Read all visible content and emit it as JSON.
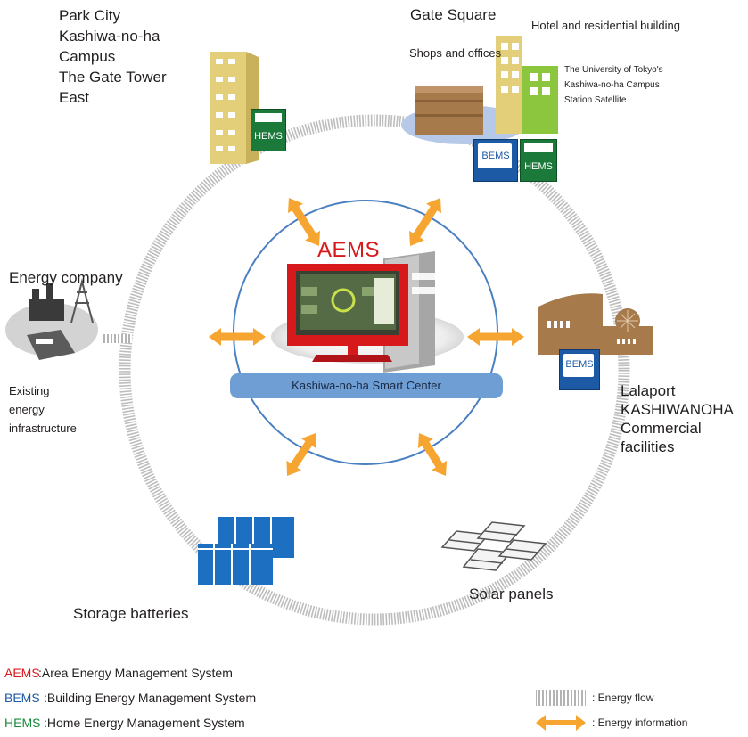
{
  "labels": {
    "park_city": [
      "Park City",
      "Kashiwa-no-ha",
      "Campus",
      "The Gate Tower",
      "East"
    ],
    "gate_square": "Gate Square",
    "hotel": "Hotel and residential building",
    "shops": "Shops and offices",
    "university": [
      "The University of Tokyo's",
      "Kashiwa-no-ha Campus",
      "Station Satellite"
    ],
    "energy_company": "Energy company",
    "existing": [
      "Existing",
      "energy",
      "infrastructure"
    ],
    "lalaport": [
      "Lalaport",
      "KASHIWANOHA",
      "Commercial",
      "facilities"
    ],
    "storage": "Storage batteries",
    "solar": "Solar panels",
    "aems": "AEMS",
    "center": "Kashiwa-no-ha Smart Center",
    "hems": "HEMS",
    "bems": "BEMS"
  },
  "legend": {
    "aems": {
      "abbr": "AEMS",
      "text": ":Area Energy Management System",
      "color": "#d7191c"
    },
    "bems": {
      "abbr": "BEMS",
      "text": ":Building Energy Management System",
      "color": "#1d5aa6"
    },
    "hems": {
      "abbr": "HEMS",
      "text": ":Home Energy Management System",
      "color": "#1a8a3c"
    },
    "energy_flow": ": Energy flow",
    "energy_info": ": Energy information"
  },
  "colors": {
    "arrow": "#f6a531",
    "ring": "#bfbfbf",
    "circle": "#4a7fc1",
    "bar": "#6f9ed4"
  }
}
